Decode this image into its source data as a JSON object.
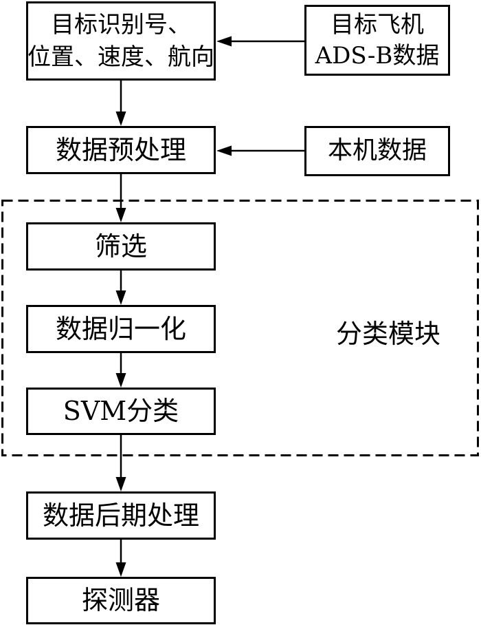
{
  "figure": {
    "background_color": "#ffffff",
    "line_color": "#000000",
    "nodes": {
      "target_info": {
        "line1": "目标识别号、",
        "line2": "位置、速度、航向"
      },
      "adsb_data": {
        "line1": "目标飞机",
        "line2": "ADS-B数据"
      },
      "preprocess": {
        "label": "数据预处理"
      },
      "own_data": {
        "label": "本机数据"
      },
      "filter": {
        "label": "筛选"
      },
      "normalize": {
        "label": "数据归一化"
      },
      "svm_classify": {
        "label": "SVM分类"
      },
      "postprocess": {
        "label": "数据后期处理"
      },
      "detector": {
        "label": "探测器"
      },
      "module_label": {
        "label": "分类模块"
      }
    },
    "edges": [
      {
        "from": "adsb_data",
        "to": "target_info"
      },
      {
        "from": "target_info",
        "to": "preprocess"
      },
      {
        "from": "own_data",
        "to": "preprocess"
      },
      {
        "from": "preprocess",
        "to": "filter"
      },
      {
        "from": "filter",
        "to": "normalize"
      },
      {
        "from": "normalize",
        "to": "svm_classify"
      },
      {
        "from": "svm_classify",
        "to": "postprocess"
      },
      {
        "from": "postprocess",
        "to": "detector"
      }
    ]
  }
}
